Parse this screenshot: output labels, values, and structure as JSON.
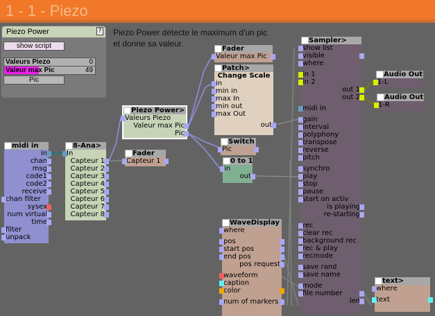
{
  "title": "1 - 1 - Piezo",
  "panel": {
    "title": "Piezo Power",
    "help": "?",
    "show_script": "show script",
    "rows": [
      {
        "label": "Valeurs Piezo",
        "value": "0",
        "fill": 0
      },
      {
        "label": "Valeur max Pic",
        "value": "49",
        "fill": 0.38
      }
    ],
    "pic_button": "Pic"
  },
  "description": "Piezo Power détecte le maximum d'un pic\net donne sa valeur.",
  "colors": {
    "lavender": "#a8a8f0",
    "yellow": "#d8f000",
    "steel": "#6b98c0",
    "red": "#f06060",
    "cyan": "#60f0f0",
    "orange": "#f0a800"
  },
  "nodes": [
    {
      "id": "midi",
      "title": "midi in",
      "ports": [
        {
          "label": "in",
          "align": "r",
          "r": "steel"
        },
        {
          "label": "chan",
          "align": "r",
          "r": "lavender"
        },
        {
          "label": "msg",
          "align": "r",
          "r": "lavender"
        },
        {
          "label": "code1",
          "align": "r",
          "r": "lavender"
        },
        {
          "label": "code2",
          "align": "r",
          "r": "lavender"
        },
        {
          "label": "receive",
          "align": "r",
          "r": "lavender"
        },
        {
          "label": "chan filter",
          "l": "lavender"
        },
        {
          "label": "sysex",
          "align": "r",
          "r": "red"
        },
        {
          "label": "num virtual",
          "align": "r",
          "r": "lavender"
        },
        {
          "label": "time",
          "align": "r",
          "r": "lavender"
        },
        {
          "label": "filter",
          "l": "lavender"
        },
        {
          "label": "unpack",
          "l": "lavender"
        }
      ]
    },
    {
      "id": "ana",
      "title": "8-Ana>",
      "ports": [
        {
          "label": "In",
          "l": "steel"
        },
        {
          "label": "Capteur 1",
          "align": "r",
          "r": "lavender"
        },
        {
          "label": "Capteur 2",
          "align": "r",
          "r": "lavender"
        },
        {
          "label": "Capteur 3",
          "align": "r",
          "r": "lavender"
        },
        {
          "label": "Capteur 4",
          "align": "r",
          "r": "lavender"
        },
        {
          "label": "Capteur 5",
          "align": "r",
          "r": "lavender"
        },
        {
          "label": "Capteur 6",
          "align": "r",
          "r": "lavender"
        },
        {
          "label": "Capteur 7",
          "align": "r",
          "r": "lavender"
        },
        {
          "label": "Capteur 8",
          "align": "r",
          "r": "lavender"
        }
      ]
    },
    {
      "id": "fader1",
      "title": "Fader",
      "ports": [
        {
          "label": "Capteur 1",
          "l": "lavender",
          "r": "lavender"
        }
      ]
    },
    {
      "id": "piezo",
      "title": "Piezo Power>",
      "ports": [
        {
          "label": "Valeurs Piezo",
          "l": "lavender"
        },
        {
          "label": "Valeur max Pic",
          "align": "r",
          "r": "lavender"
        },
        {
          "label": "Pic",
          "align": "r",
          "r": "lavender"
        }
      ]
    },
    {
      "id": "fader2",
      "title": "Fader",
      "ports": [
        {
          "label": "Valeur max Pic",
          "l": "lavender",
          "r": "lavender"
        }
      ]
    },
    {
      "id": "patch",
      "title": "Patch>",
      "ports": [
        {
          "label": "Change Scale",
          "align": "c"
        },
        {
          "label": "in",
          "l": "lavender"
        },
        {
          "label": "min in",
          "l": "lavender"
        },
        {
          "label": "max In",
          "l": "lavender"
        },
        {
          "label": "min out",
          "l": "lavender"
        },
        {
          "label": "max Out",
          "l": "lavender"
        },
        {
          "label": "out",
          "align": "r",
          "r": "lavender"
        }
      ]
    },
    {
      "id": "switch",
      "title": "Switch",
      "ports": [
        {
          "label": "Pic",
          "l": "lavender",
          "r": "lavender"
        }
      ]
    },
    {
      "id": "zto1",
      "title": "0 to 1",
      "ports": [
        {
          "label": "in",
          "l": "lavender"
        },
        {
          "label": "out",
          "align": "r",
          "r": "lavender"
        }
      ]
    },
    {
      "id": "sampler",
      "title": "Sampler>",
      "ports": [
        {
          "label": "show list",
          "l": "lavender"
        },
        {
          "label": "visible",
          "l": "lavender",
          "r": "lavender"
        },
        {
          "label": "where",
          "l": "lavender"
        },
        {
          "label": "in 1",
          "l": "yellow"
        },
        {
          "label": "in 2",
          "l": "yellow"
        },
        {
          "label": "out 1",
          "align": "r",
          "r": "yellow"
        },
        {
          "label": "out 2",
          "align": "r",
          "r": "yellow"
        },
        {
          "label": "midi in",
          "l": "steel"
        },
        {
          "label": "gain",
          "l": "lavender"
        },
        {
          "label": "interval",
          "l": "lavender"
        },
        {
          "label": "polyphony",
          "l": "lavender"
        },
        {
          "label": "transpose",
          "l": "lavender"
        },
        {
          "label": "reverse",
          "l": "lavender"
        },
        {
          "label": "pitch",
          "l": "lavender"
        },
        {
          "label": "synchro",
          "l": "lavender"
        },
        {
          "label": "play",
          "l": "lavender"
        },
        {
          "label": "stop",
          "l": "lavender"
        },
        {
          "label": "pause",
          "l": "lavender"
        },
        {
          "label": "start on activ",
          "l": "lavender"
        },
        {
          "label": "is playing",
          "align": "r",
          "r": "lavender"
        },
        {
          "label": "re-starting",
          "align": "r",
          "r": "lavender"
        },
        {
          "label": "rec",
          "l": "lavender"
        },
        {
          "label": "clear rec",
          "l": "lavender"
        },
        {
          "label": "background rec",
          "l": "lavender"
        },
        {
          "label": "rec & play",
          "l": "lavender"
        },
        {
          "label": "recmode",
          "l": "lavender"
        },
        {
          "label": "save rand",
          "l": "lavender"
        },
        {
          "label": "save name",
          "l": "lavender"
        },
        {
          "label": "mode",
          "l": "lavender"
        },
        {
          "label": "file number",
          "l": "lavender",
          "r": "lavender"
        },
        {
          "label": "len",
          "align": "r",
          "r": "lavender"
        }
      ]
    },
    {
      "id": "aout1",
      "title": "Audio Out",
      "ports": [
        {
          "label": "1-L",
          "l": "yellow"
        }
      ]
    },
    {
      "id": "aout2",
      "title": "Audio Out",
      "ports": [
        {
          "label": "1-R",
          "l": "yellow"
        }
      ]
    },
    {
      "id": "wave",
      "title": "WaveDisplay",
      "ports": [
        {
          "label": "where",
          "l": "lavender"
        },
        {
          "label": "pos",
          "l": "lavender",
          "r": "lavender"
        },
        {
          "label": "start pos",
          "l": "lavender",
          "r": "lavender"
        },
        {
          "label": "end pos",
          "l": "lavender",
          "r": "lavender"
        },
        {
          "label": "pos request",
          "align": "r",
          "r": "lavender"
        },
        {
          "label": "waveform",
          "l": "red"
        },
        {
          "label": "caption",
          "l": "cyan"
        },
        {
          "label": "color",
          "l": "orange",
          "r": "orange"
        },
        {
          "label": "num of markers",
          "l": "lavender",
          "r": "lavender"
        }
      ]
    },
    {
      "id": "text",
      "title": "text>",
      "ports": [
        {
          "label": "where",
          "l": "lavender"
        },
        {
          "label": "text",
          "l": "cyan",
          "r": "cyan"
        }
      ]
    }
  ]
}
